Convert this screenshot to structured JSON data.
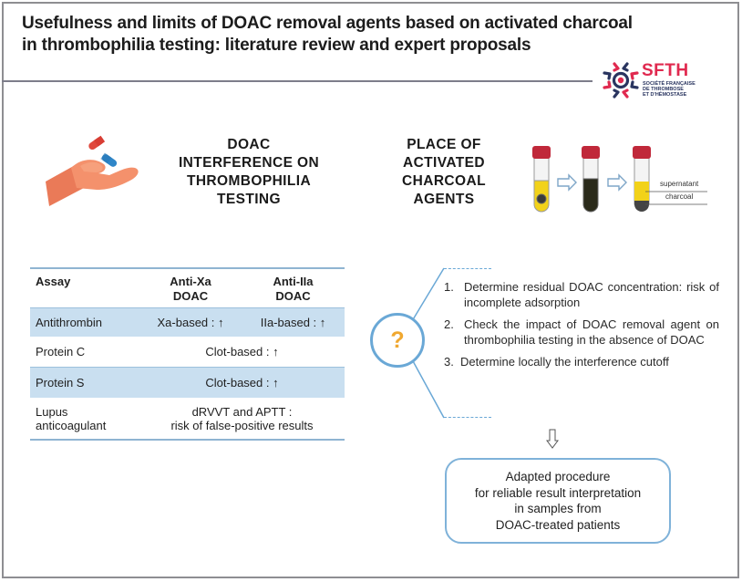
{
  "header": {
    "title_line1": "Usefulness and limits of DOAC removal agents based on activated charcoal",
    "title_line2": "in thrombophilia testing: literature review and expert proposals"
  },
  "logo": {
    "acronym": "SFTH",
    "subtitle": [
      "SOCIÉTÉ FRANÇAISE",
      "DE THROMBOSE",
      "ET D'HÉMOSTASE"
    ],
    "colors": {
      "red": "#e0294f",
      "navy": "#2a3560"
    }
  },
  "sections": {
    "interference": {
      "icon": "hand-with-pills-icon",
      "heading_lines": [
        "DOAC",
        "INTERFERENCE ON",
        "THROMBOPHILIA",
        "TESTING"
      ]
    },
    "charcoal": {
      "icon": "test-tubes-icon",
      "heading_lines": [
        "PLACE OF",
        "ACTIVATED",
        "CHARCOAL",
        "AGENTS"
      ],
      "tube_labels": {
        "supernatant": "supernatant",
        "charcoal": "charcoal"
      }
    }
  },
  "table": {
    "headers": {
      "assay": "Assay",
      "col2_line1": "Anti-Xa",
      "col2_line2": "DOAC",
      "col3_line1": "Anti-IIa",
      "col3_line2": "DOAC"
    },
    "rows": [
      {
        "assay": "Antithrombin",
        "anti_xa": "Xa-based : ↑",
        "anti_iia": "IIa-based : ↑",
        "shaded": true
      },
      {
        "assay": "Protein C",
        "both": "Clot-based : ↑",
        "shaded": false
      },
      {
        "assay": "Protein S",
        "both": "Clot-based : ↑",
        "shaded": true
      },
      {
        "assay_line1": "Lupus",
        "assay_line2": "anticoagulant",
        "both_line1": "dRVVT and APTT :",
        "both_line2": "risk of false-positive results",
        "shaded": false
      }
    ],
    "colors": {
      "shade": "#c9dff0",
      "rule": "#8fb4d2"
    }
  },
  "questions": {
    "symbol": "?",
    "steps": [
      {
        "num": "1.",
        "text": "Determine residual DOAC concentration: risk of incomplete adsorption"
      },
      {
        "num": "2.",
        "text": "Check the impact of DOAC removal agent on thrombophilia testing in the absence of DOAC"
      },
      {
        "num": "3.",
        "text": "Determine locally the interference cutoff"
      }
    ],
    "colors": {
      "circle": "#6aa8d6",
      "question_mark": "#f0a830"
    }
  },
  "result": {
    "lines": [
      "Adapted procedure",
      "for reliable result interpretation",
      "in samples from",
      "DOAC-treated patients"
    ]
  }
}
